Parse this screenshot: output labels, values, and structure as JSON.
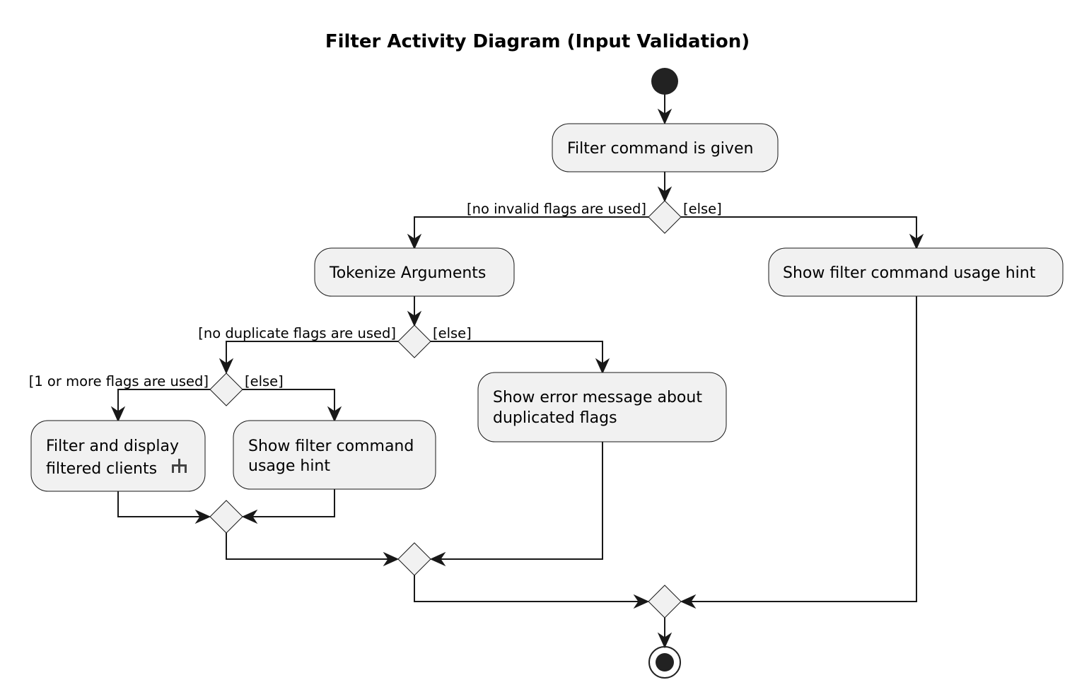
{
  "title": "Filter Activity Diagram (Input Validation)",
  "actions": {
    "filter_command_given": "Filter command is given",
    "tokenize_arguments": "Tokenize Arguments",
    "show_usage_hint_top": "Show filter command usage hint",
    "show_duplicate_error": [
      "Show error message about",
      "duplicated flags"
    ],
    "filter_and_display": [
      "Filter and display",
      "filtered clients"
    ],
    "show_usage_hint_inner": [
      "Show filter command",
      "usage hint"
    ]
  },
  "guards": {
    "no_invalid_flags": "[no invalid flags are used]",
    "else_invalid": "[else]",
    "no_duplicate_flags": "[no duplicate flags are used]",
    "else_duplicate": "[else]",
    "one_or_more_flags": "[1 or more flags are used]",
    "else_flags": "[else]"
  },
  "icons": {
    "subprocess": "rake-icon"
  },
  "colors": {
    "node_fill": "#f1f1f1",
    "stroke": "#181818"
  }
}
